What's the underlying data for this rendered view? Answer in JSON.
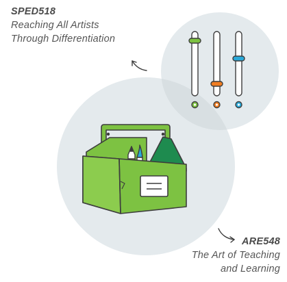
{
  "courses": [
    {
      "code": "SPED518",
      "title_lines": [
        "Reaching All Artists",
        "Through Differentiation"
      ],
      "icon": "sliders-icon"
    },
    {
      "code": "ARE548",
      "title_lines": [
        "The Art of Teaching",
        "and Learning"
      ],
      "icon": "toolbox-icon"
    }
  ],
  "colors": {
    "circle": "#e4eaed",
    "overlap": "#d9e0e3",
    "toolbox_green": "#7dc242",
    "toolbox_dark": "#1e8b4f",
    "outline": "#3d3d3d",
    "slider_green": "#7dc242",
    "slider_orange": "#ef7d22",
    "slider_blue": "#2aa9d9",
    "text": "#555555"
  }
}
